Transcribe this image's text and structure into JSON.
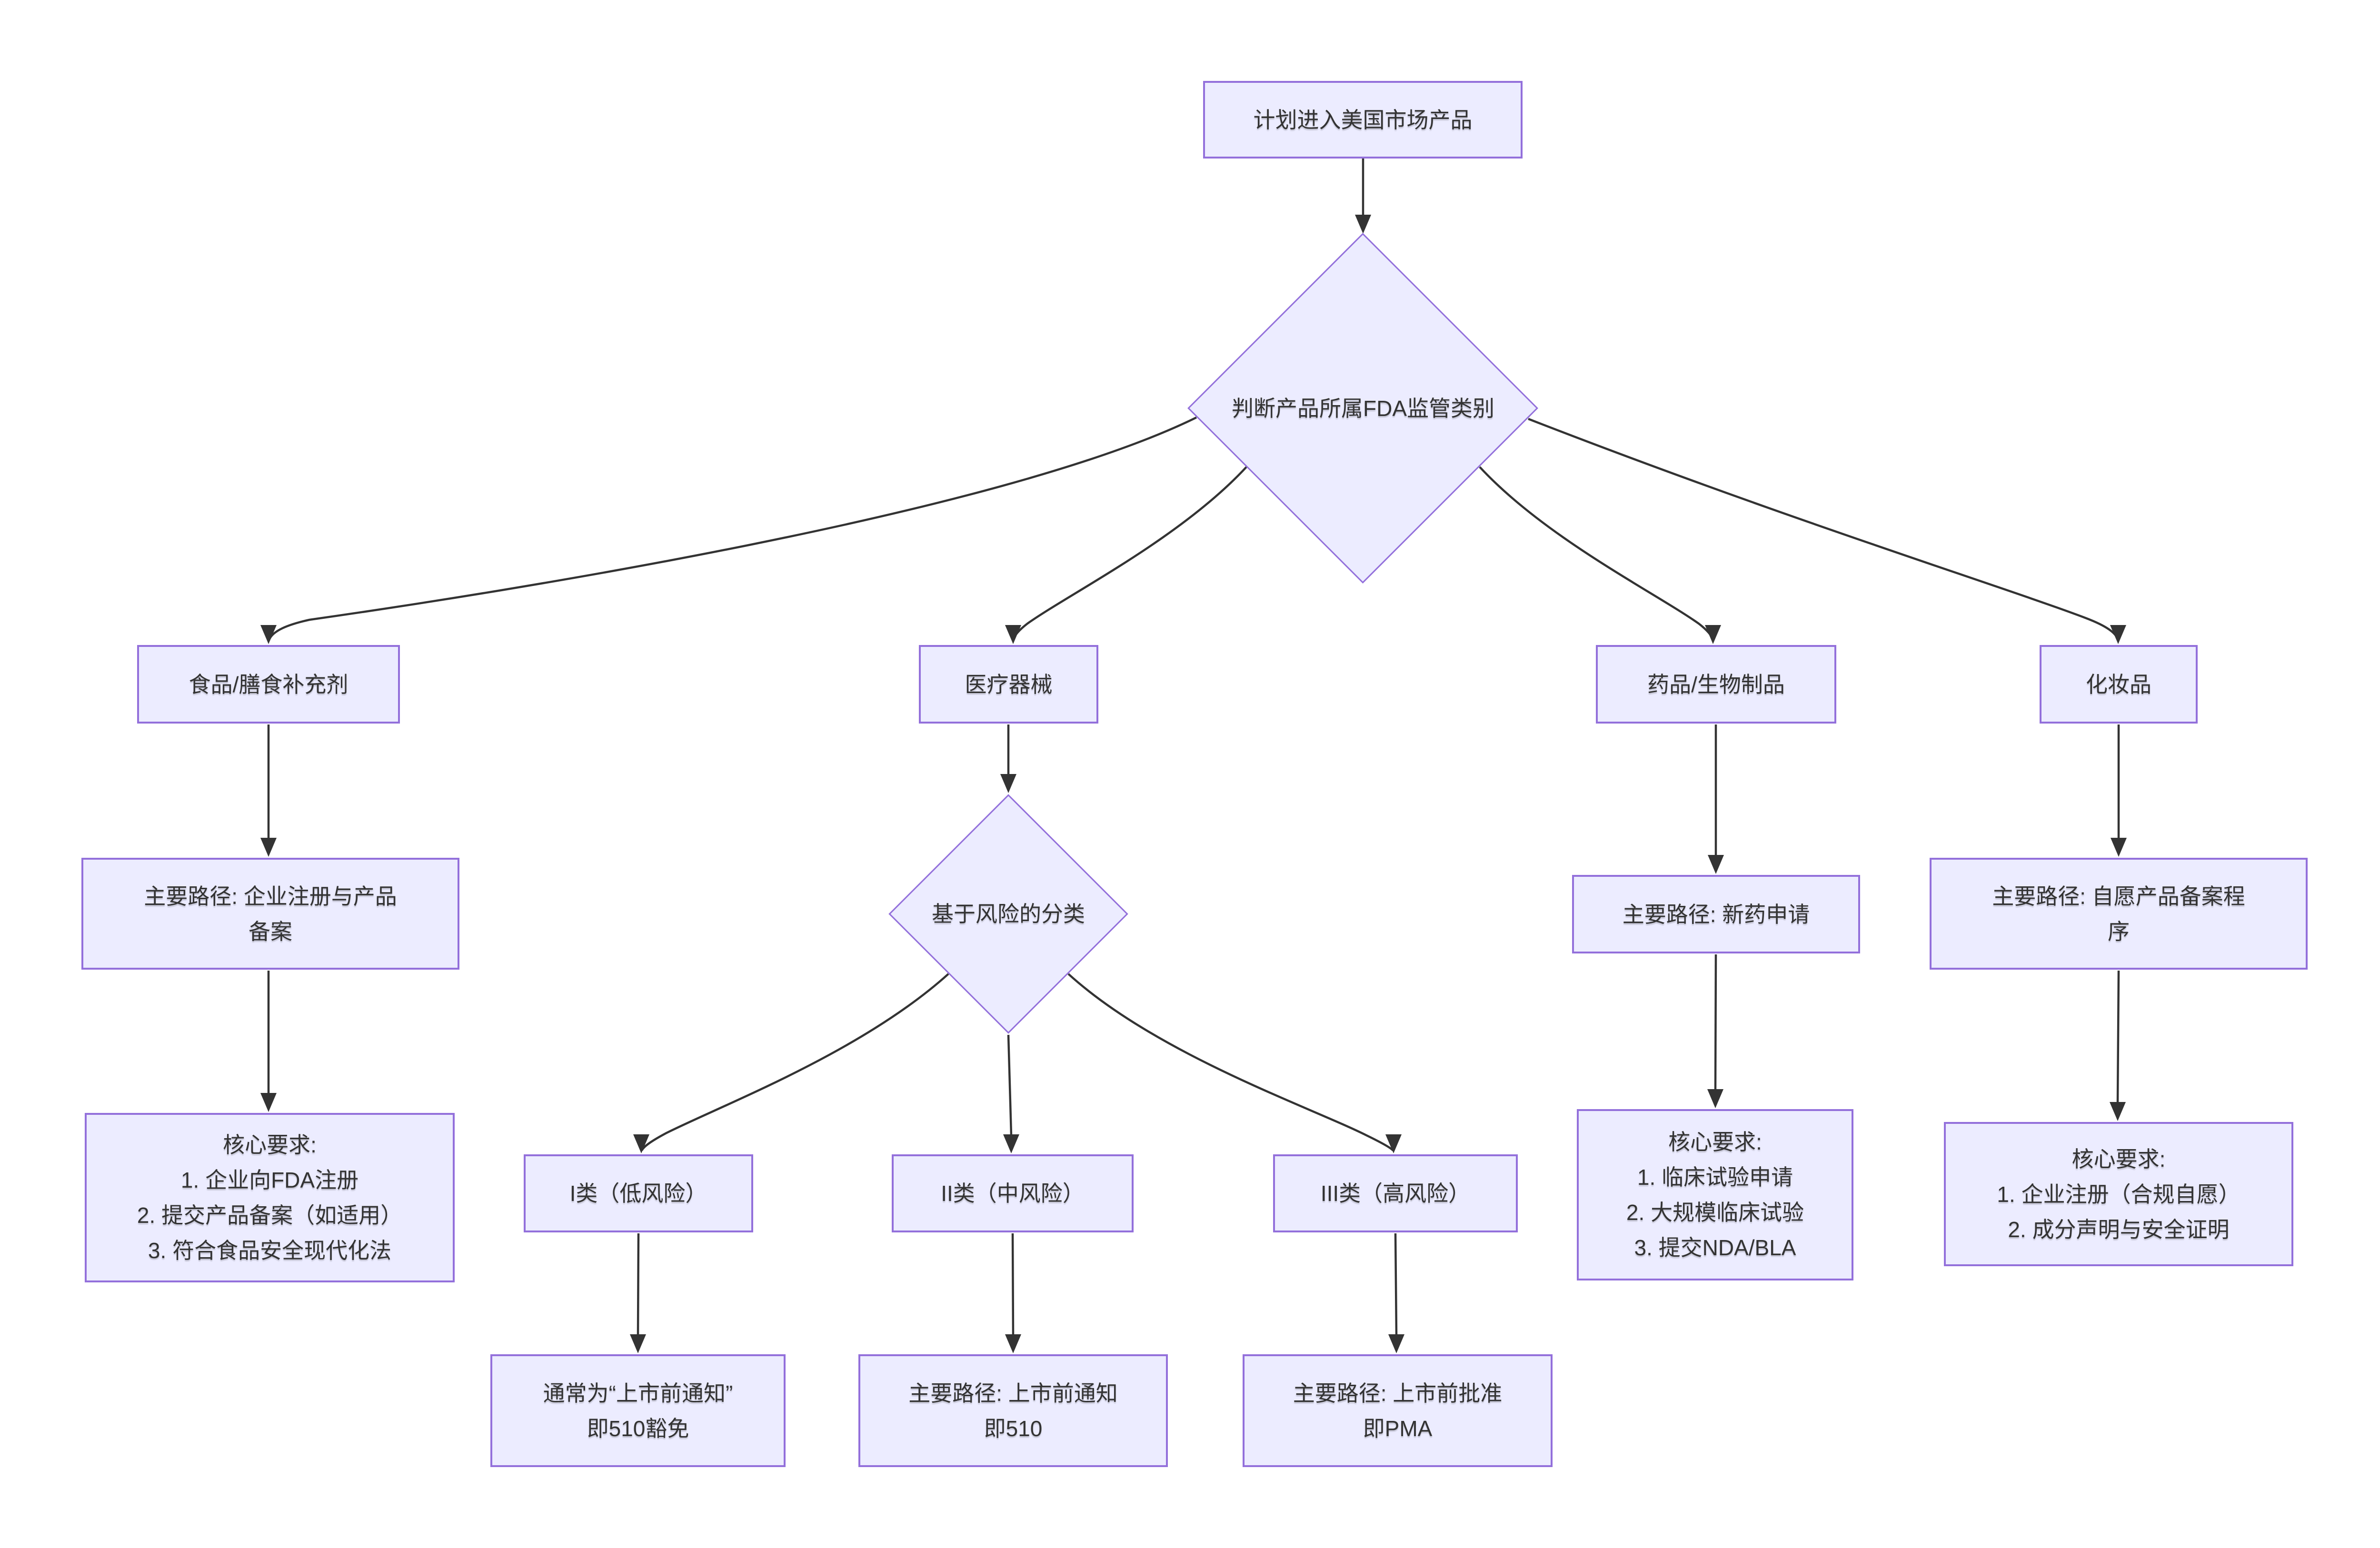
{
  "diagram": {
    "colors": {
      "node_fill": "#ECECFF",
      "node_border": "#9370DB",
      "edge": "#333333",
      "text": "#333333",
      "background": "#ffffff"
    },
    "nodes": {
      "start": {
        "shape": "rect",
        "label": "计划进入美国市场产品"
      },
      "decision_category": {
        "shape": "diamond",
        "label": "判断产品所属FDA监管类别"
      },
      "food": {
        "shape": "rect",
        "label": "食品/膳食补充剂"
      },
      "device": {
        "shape": "rect",
        "label": "医疗器械"
      },
      "drug": {
        "shape": "rect",
        "label": "药品/生物制品"
      },
      "cosmetic": {
        "shape": "rect",
        "label": "化妆品"
      },
      "food_path": {
        "shape": "rect",
        "label": "主要路径: 企业注册与产品\n备案"
      },
      "risk_decision": {
        "shape": "diamond",
        "label": "基于风险的分类"
      },
      "drug_path": {
        "shape": "rect",
        "label": "主要路径: 新药申请"
      },
      "cosmetic_path": {
        "shape": "rect",
        "label": "主要路径: 自愿产品备案程\n序"
      },
      "food_req": {
        "shape": "rect",
        "label": "核心要求:\n1. 企业向FDA注册\n2. 提交产品备案（如适用）\n3. 符合食品安全现代化法"
      },
      "class1": {
        "shape": "rect",
        "label": "I类（低风险）"
      },
      "class2": {
        "shape": "rect",
        "label": "II类（中风险）"
      },
      "class3": {
        "shape": "rect",
        "label": "III类（高风险）"
      },
      "drug_req": {
        "shape": "rect",
        "label": "核心要求:\n1. 临床试验申请\n2. 大规模临床试验\n3. 提交NDA/BLA"
      },
      "cosmetic_req": {
        "shape": "rect",
        "label": "核心要求:\n1. 企业注册（合规自愿）\n2. 成分声明与安全证明"
      },
      "class1_result": {
        "shape": "rect",
        "label": "通常为“上市前通知”\n即510豁免"
      },
      "class2_result": {
        "shape": "rect",
        "label": "主要路径: 上市前通知\n即510"
      },
      "class3_result": {
        "shape": "rect",
        "label": "主要路径: 上市前批准\n即PMA"
      }
    }
  }
}
